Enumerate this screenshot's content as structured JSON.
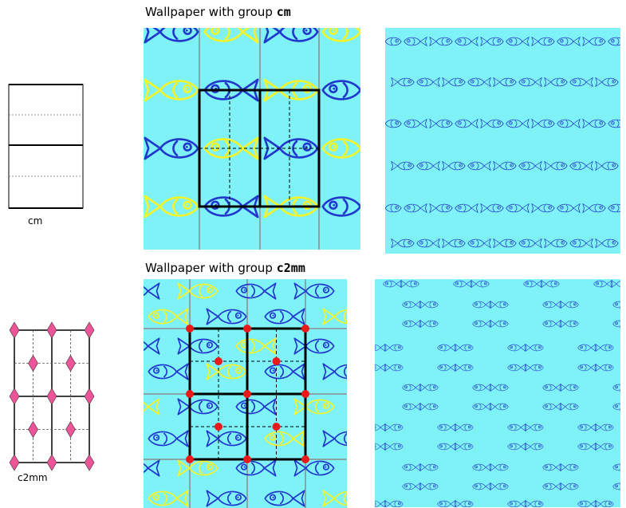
{
  "rows": [
    {
      "title_prefix": "Wallpaper with group ",
      "group": "cm",
      "cell_label": "cm",
      "colors": {
        "background": "#7ff2f8",
        "fish_blue": "#2238cc",
        "fish_yellow": "#f3f32a",
        "cell_line": "#000000",
        "grid_line": "#8c8c8c"
      }
    },
    {
      "title_prefix": "Wallpaper with group ",
      "group": "c2mm",
      "cell_label": "c2mm",
      "colors": {
        "background": "#7ff2f8",
        "fish_blue": "#2238cc",
        "fish_yellow": "#f3f32a",
        "cell_line": "#000000",
        "grid_line": "#8c8c8c",
        "rotation_point": "#e81a1a",
        "diamond": "#ee5599"
      }
    }
  ]
}
